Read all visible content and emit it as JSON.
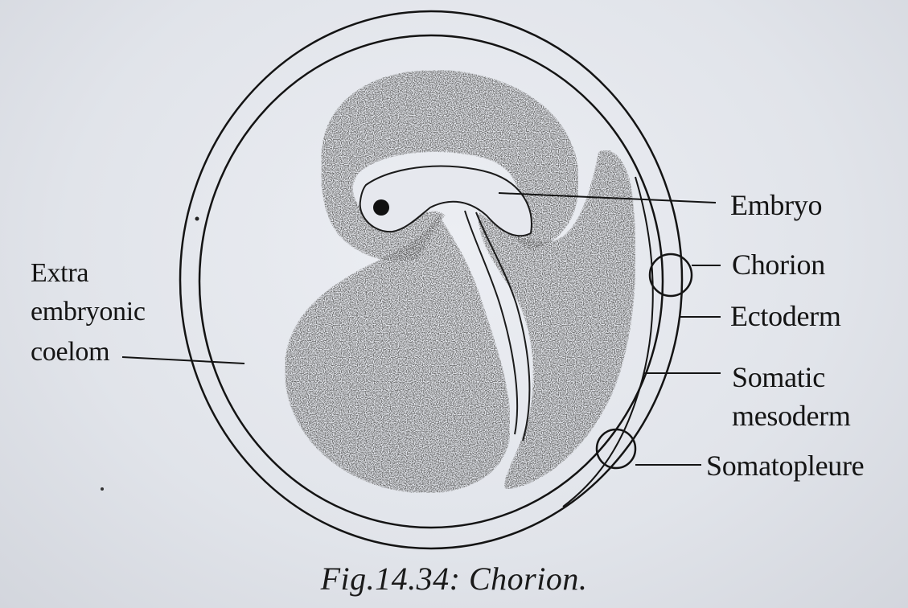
{
  "labels": {
    "embryo": "Embryo",
    "chorion": "Chorion",
    "ectoderm": "Ectoderm",
    "somatic_mesoderm_line1": "Somatic",
    "somatic_mesoderm_line2": "mesoderm",
    "somatopleure": "Somatopleure",
    "extra_embryonic_line1": "Extra",
    "extra_embryonic_line2": "embryonic",
    "extra_embryonic_line3": "coelom"
  },
  "caption": "Fig.14.34: Chorion.",
  "colors": {
    "ink": "#141414",
    "paper": "#e4e7ed",
    "stipple": "#2a2a2a"
  }
}
